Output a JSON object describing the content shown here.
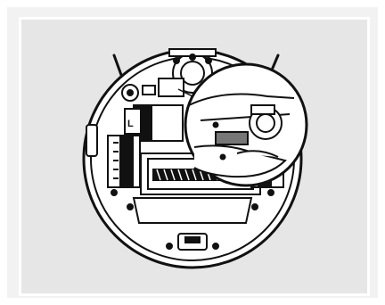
{
  "figure": {
    "subject": "robot-vacuum-underside",
    "callout": "brush-cleaning-detail",
    "colors": {
      "background_outer": "#f2f2f2",
      "panel": "#e6e6e6",
      "panel_border": "#ffffff",
      "line": "#111111",
      "fill": "#ffffff"
    },
    "label_L": "L"
  }
}
